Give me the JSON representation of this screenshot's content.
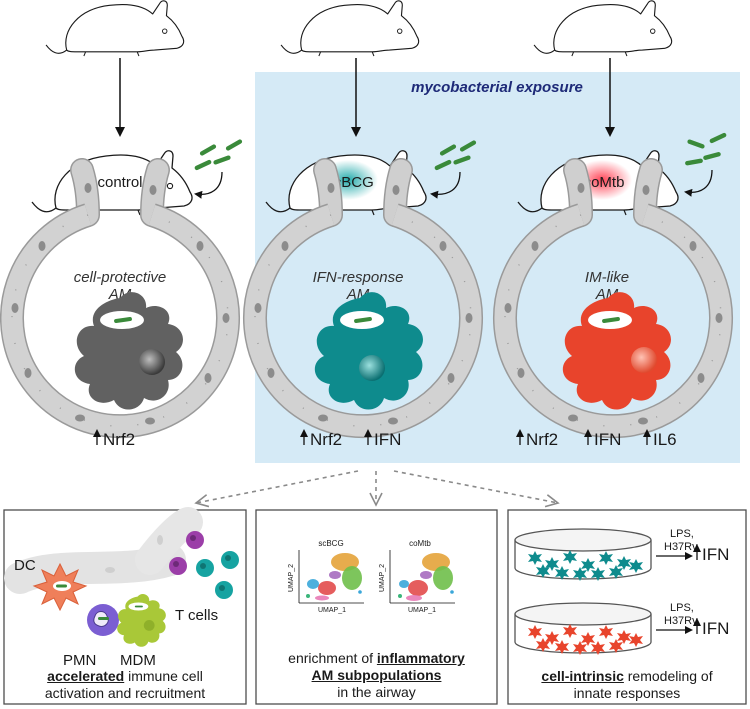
{
  "header": {
    "exposure_label": "mycobacterial exposure"
  },
  "colors": {
    "exposure_bg": "#d5eaf6",
    "teal": "#0e8b8d",
    "red": "#e8442c",
    "gray_cell": "#616161",
    "bacilli": "#3a8a3a",
    "exposure_text": "#1e2a78"
  },
  "columns": [
    {
      "mouse_label": "control",
      "am_label_1": "cell-protective",
      "am_label_2": "AM",
      "markers": [
        "Nrf2"
      ]
    },
    {
      "mouse_label": "scBCG",
      "am_label_1": "IFN-response",
      "am_label_2": "AM",
      "markers": [
        "Nrf2",
        "IFN"
      ]
    },
    {
      "mouse_label": "coMtb",
      "am_label_1": "IM-like",
      "am_label_2": "AM",
      "markers": [
        "Nrf2",
        "IFN",
        "IL6"
      ]
    }
  ],
  "panels": {
    "left": {
      "cells": {
        "dc": "DC",
        "pmn": "PMN",
        "mdm": "MDM",
        "tcells": "T cells"
      },
      "caption_bold": "accelerated",
      "caption_rest": " immune cell",
      "caption_line2": "activation and recruitment"
    },
    "middle": {
      "umap_titles": [
        "scBCG",
        "coMtb"
      ],
      "umap_xlabel": "UMAP_1",
      "umap_ylabel": "UMAP_2",
      "caption_line1_pre": "enrichment of ",
      "caption_line1_bold": "inflammatory",
      "caption_line2_bold": "AM subpopulations",
      "caption_line3": "in the airway"
    },
    "right": {
      "stim_line1": "LPS,",
      "stim_line2": "H37Rv",
      "readout": "IFN",
      "caption_bold": "cell-intrinsic",
      "caption_rest": " remodeling of",
      "caption_line2": "innate responses"
    }
  }
}
